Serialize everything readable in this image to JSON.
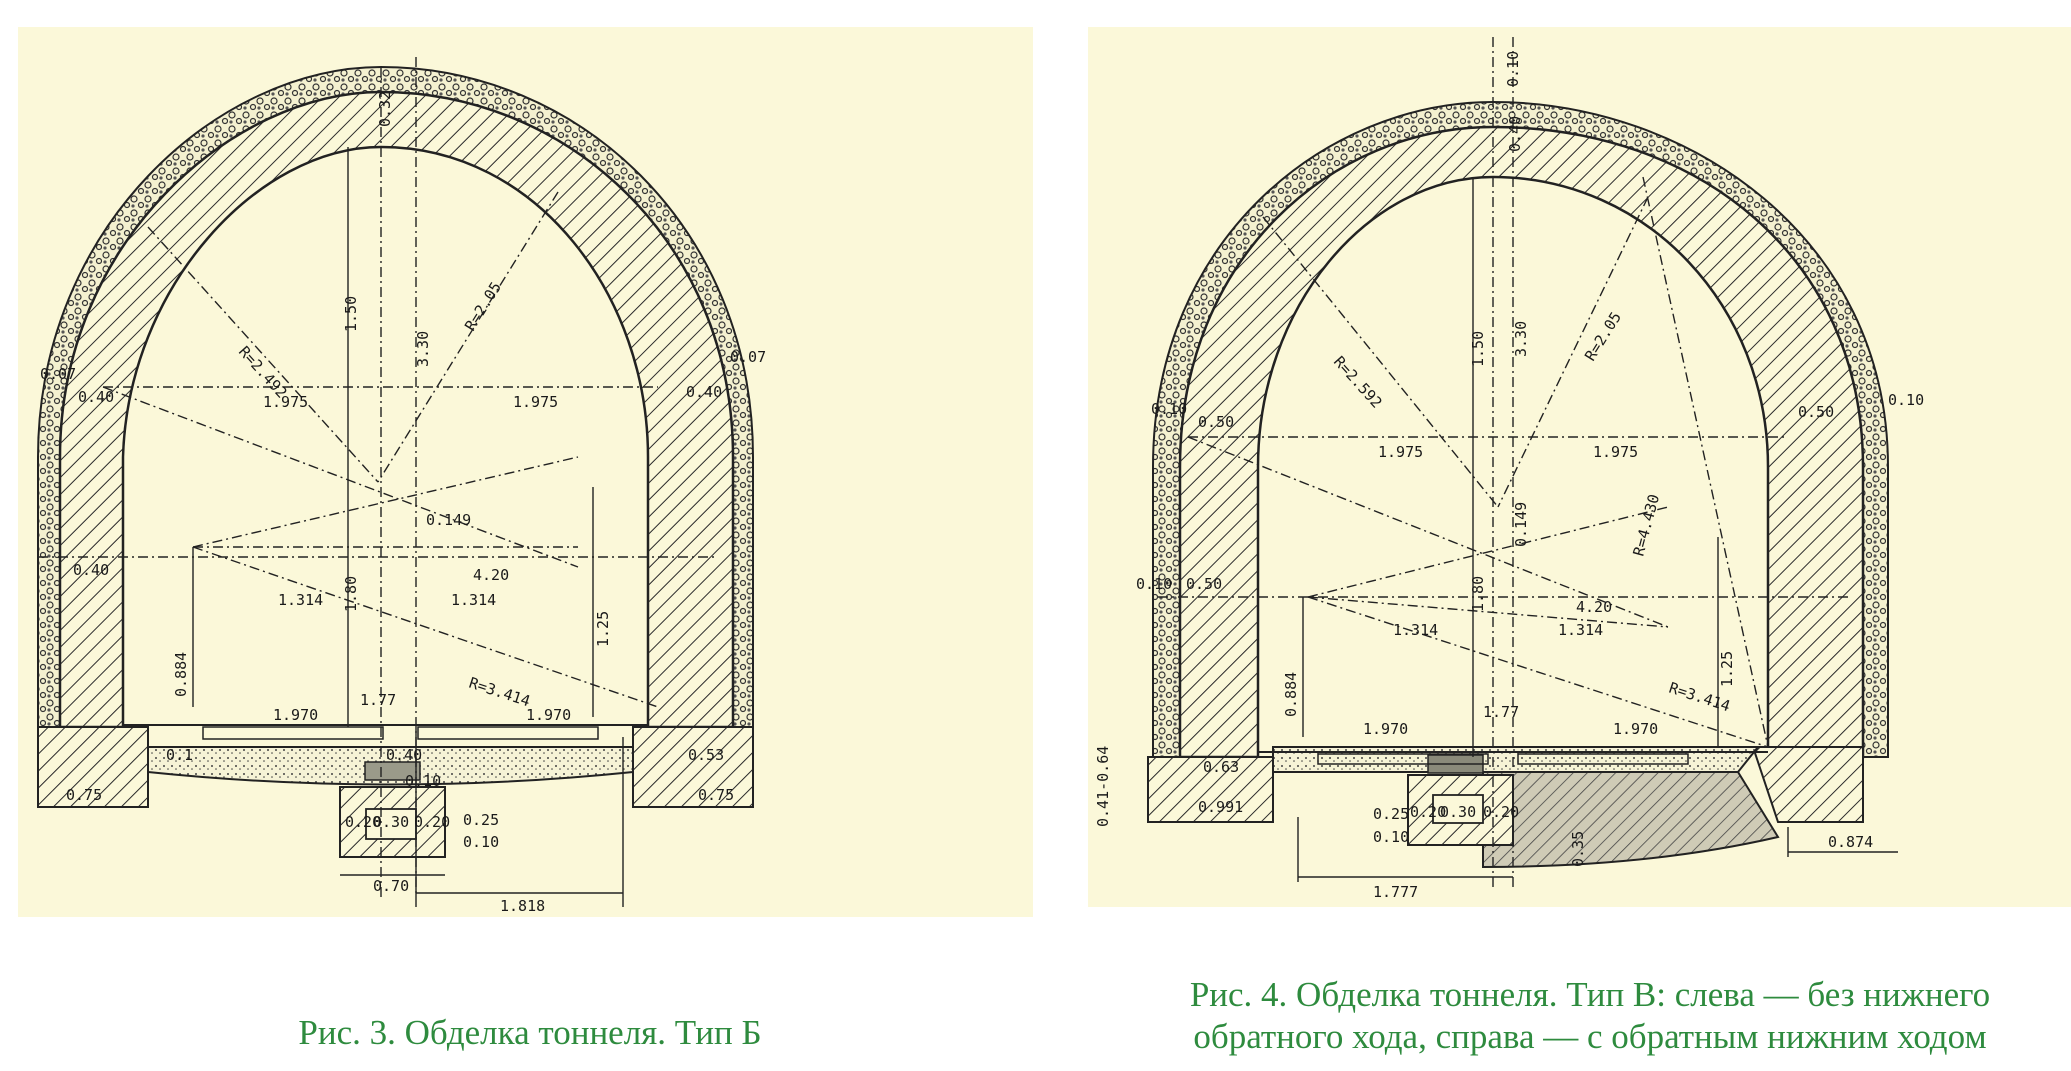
{
  "figure3": {
    "caption": "Рис. 3. Обделка тоннеля. Тип Б",
    "dimensions": {
      "crown_thickness": "0.32",
      "left_thickness_upper": "0.40",
      "left_backfill_upper": "0.07",
      "right_thickness_upper": "0.40",
      "right_backfill_upper": "0.07",
      "left_thickness_lower": "0.40",
      "crown_offset_vertical": "1.50",
      "crown_height": "3.30",
      "center_offset": "1.80",
      "radius_left": "R=2.492",
      "radius_right": "R=2.05",
      "radius_bottom": "R=3.414",
      "half_span_left": "1.975",
      "half_span_right": "1.975",
      "center_drop": "0.149",
      "span": "4.20",
      "chord_left": "1.314",
      "chord_right": "1.314",
      "spring_height": "0.884",
      "side_height": "1.25",
      "track_center": "1.77",
      "rail_left": "1.970",
      "rail_right": "1.970",
      "footing_left": "0.75",
      "footing_right_top": "0.53",
      "footing_right": "0.75",
      "drain_top": "0.40",
      "drain_cover": "0.10",
      "drain_left": "0.20",
      "drain_mid": "0.30",
      "drain_right": "0.20",
      "drain_depth": "0.25",
      "drain_base": "0.10",
      "drain_width": "0.70",
      "drain_offset": "1.818",
      "slab_mark": "0.1"
    }
  },
  "figure4": {
    "caption_line1": "Рис. 4. Обделка тоннеля. Тип В: слева — без нижнего",
    "caption_line2": "обратного хода, справа — с обратным нижним ходом",
    "dimensions": {
      "crown_thickness": "0.40",
      "crown_top": "0.10",
      "left_backfill": "0.10",
      "left_thickness": "0.50",
      "right_thickness": "0.50",
      "right_backfill": "0.10",
      "left_backfill_lower": "0.10",
      "left_thickness_lower": "0.50",
      "crown_offset_vertical": "1.50",
      "crown_height": "3.30",
      "radius_left": "R=2.592",
      "radius_right": "R=2.05",
      "radius_invert": "R=4.430",
      "radius_bottom": "R=3.414",
      "half_span_left": "1.975",
      "half_span_right": "1.975",
      "center_drop": "0.149",
      "center_offset": "1.80",
      "span": "4.20",
      "chord_left": "1.314",
      "chord_right": "1.314",
      "spring_height": "0.884",
      "side_height": "1.25",
      "track_center": "1.77",
      "rail_left": "1.970",
      "rail_right": "1.970",
      "footing_left_height": "0.41-0.64",
      "footing_left_top": "0.63",
      "footing_left": "0.991",
      "drain_depth": "0.25",
      "drain_base": "0.10",
      "drain_left": "0.20",
      "drain_mid": "0.30",
      "drain_right": "0.20",
      "invert_thickness": "0.35",
      "invert_offset": "1.777",
      "footing_right": "0.874"
    }
  }
}
